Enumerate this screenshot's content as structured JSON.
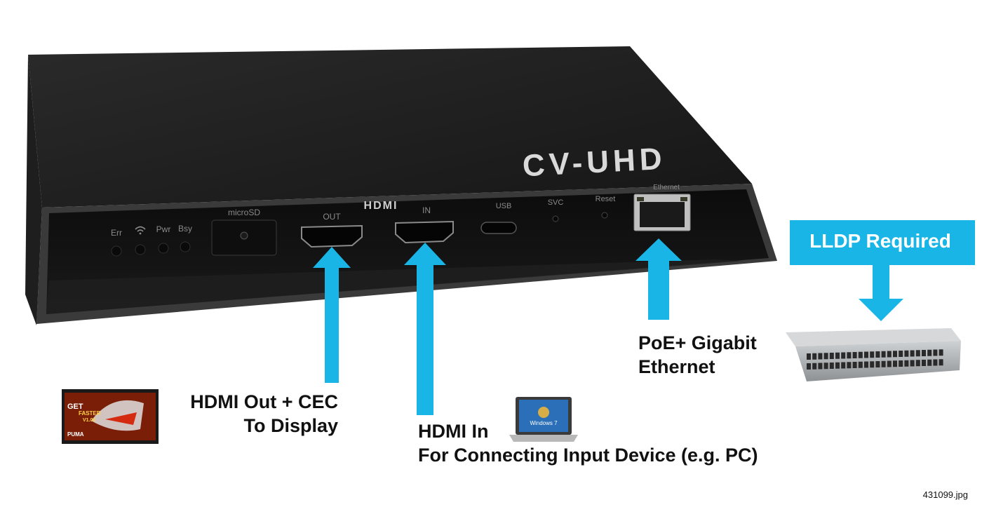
{
  "colors": {
    "accent": "#19b5e6",
    "device_body": "#1c1c1c",
    "device_front": "#121212",
    "switch": "#b9bcbf"
  },
  "device": {
    "model": "CV-UHD",
    "brand_mark": "HDMI",
    "port_labels": {
      "err": "Err",
      "pwr": "Pwr",
      "bsy": "Bsy",
      "microsd": "microSD",
      "out": "OUT",
      "in": "IN",
      "usb": "USB",
      "svc": "SVC",
      "reset": "Reset",
      "ethernet": "Ethernet"
    },
    "icons": {
      "wifi": "wifi-icon"
    }
  },
  "callouts": {
    "hdmi_out": {
      "line1": "HDMI Out + CEC",
      "line2": "To Display"
    },
    "hdmi_in": {
      "line1": "HDMI In",
      "line2": "For Connecting Input Device (e.g. PC)"
    },
    "ethernet": {
      "line1": "PoE+ Gigabit",
      "line2": "Ethernet"
    },
    "lldp": "LLDP Required"
  },
  "thumbnails": {
    "display": {
      "line1": "GET",
      "line2": "FASTER",
      "line3": "V1.06",
      "brand": "PUMA"
    },
    "laptop": {
      "os_label": "Windows 7"
    }
  },
  "icons": [
    "display-thumbnail-icon",
    "laptop-icon",
    "network-switch-icon",
    "arrow-icon"
  ],
  "file_name": "431099.jpg"
}
